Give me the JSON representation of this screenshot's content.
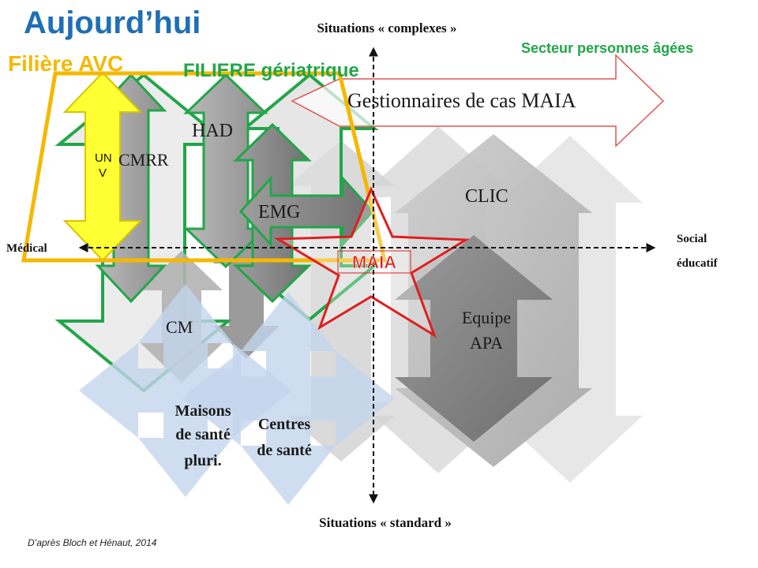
{
  "title": "Aujourd’hui",
  "filiere_avc": "Filière AVC",
  "filiere_geriatrique": "FILIERE gériatrique",
  "secteur": "Secteur personnes âgées",
  "axes": {
    "top": "Situations « complexes »",
    "bottom": "Situations « standard »",
    "left": "Médical",
    "right": [
      "Social",
      "éducatif"
    ]
  },
  "nodes": {
    "gestionnaires": "Gestionnaires de cas MAIA",
    "had": "HAD",
    "cmrr": "CMRR",
    "unv": [
      "UN",
      "V"
    ],
    "emg": "EMG",
    "clic": "CLIC",
    "equipe_apa": [
      "Equipe",
      "APA"
    ],
    "cm": "CM",
    "maisons_sante": [
      "Maisons",
      "de santé",
      "pluri."
    ],
    "centres_sante": [
      "Centres",
      "de santé"
    ],
    "maia": "MAIA"
  },
  "source": "D’après Bloch et Hénaut, 2014",
  "colors": {
    "title_blue": "#1f6fb5",
    "avc_yellow": "#f5b800",
    "geriatric_green": "#21a649",
    "maia_red": "#e01e1e"
  }
}
